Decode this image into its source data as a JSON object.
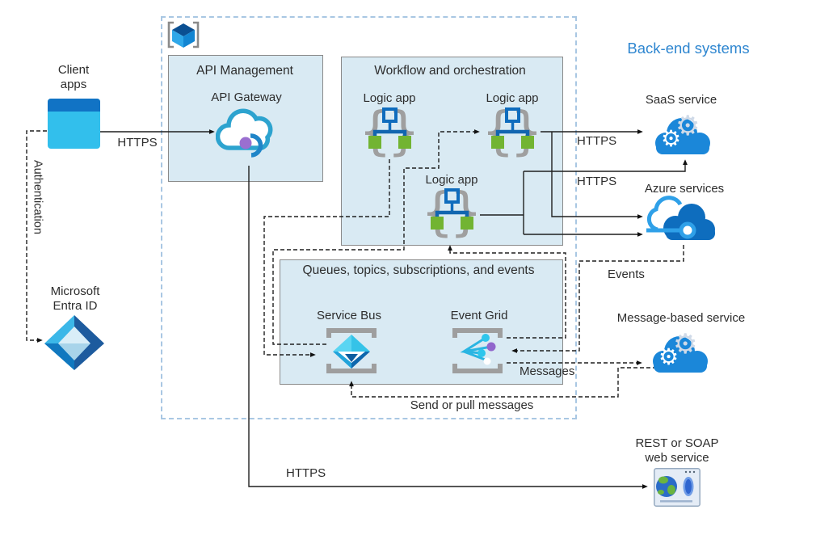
{
  "colors": {
    "canvas_bg": "#ffffff",
    "container_fill": "#d9eaf3",
    "container_border": "#8a8a8a",
    "outer_dashed_border": "#a9c7e3",
    "backend_title_blue": "#2e86d0",
    "line_black": "#1f1f1f",
    "text": "#2d2d2d"
  },
  "backend": {
    "title": "Back-end systems"
  },
  "nodes": {
    "client_apps": {
      "label": "Client apps",
      "icon": "client-apps-icon"
    },
    "entra_id": {
      "label": "Microsoft Entra ID",
      "icon": "entra-id-icon"
    },
    "saas_service": {
      "label": "SaaS service",
      "icon": "cloud-gears-icon"
    },
    "azure_services": {
      "label": "Azure services",
      "icon": "azure-cloud-icon"
    },
    "message_service": {
      "label": "Message-based service",
      "icon": "cloud-gears-icon"
    },
    "rest_service": {
      "label": "REST or SOAP web service",
      "icon": "browser-globe-icon"
    }
  },
  "containers": {
    "group_icon": "cube-icon",
    "api_management": {
      "title": "API Management",
      "gateway_label": "API Gateway",
      "icon": "api-gateway-cloud-icon"
    },
    "workflow": {
      "title": "Workflow and orchestration",
      "logic_apps": [
        {
          "label": "Logic app"
        },
        {
          "label": "Logic app"
        },
        {
          "label": "Logic app"
        }
      ]
    },
    "queues": {
      "title": "Queues, topics, subscriptions, and events",
      "service_bus_label": "Service Bus",
      "event_grid_label": "Event Grid"
    }
  },
  "edge_labels": {
    "client_https": "HTTPS",
    "authentication": "Authentication",
    "saas_https": "HTTPS",
    "azure_https": "HTTPS",
    "events": "Events",
    "messages": "Messages",
    "send_or_pull": "Send or pull messages",
    "rest_https": "HTTPS"
  }
}
